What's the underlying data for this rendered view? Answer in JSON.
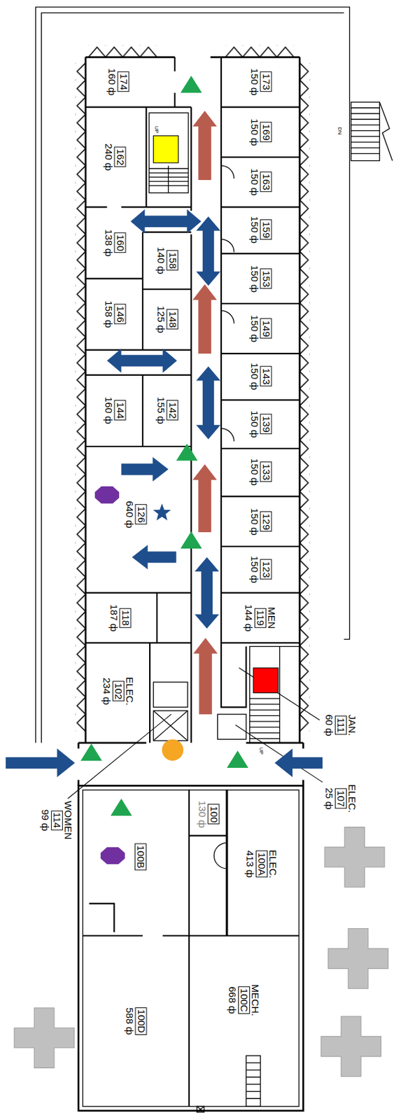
{
  "diagram": {
    "nodes": [
      {
        "text": [
          "174",
          "160 ф"
        ]
      },
      {
        "text": [
          "173",
          "150 ф"
        ]
      },
      {
        "text": [
          "162",
          "240 ф"
        ]
      },
      {
        "text": [
          "169",
          "150 ф"
        ]
      },
      {
        "text": [
          "163",
          "150 ф"
        ]
      },
      {
        "text": [
          "160",
          "138 ф"
        ]
      },
      {
        "text": [
          "158",
          "140 ф"
        ]
      },
      {
        "text": [
          "159",
          "150 ф"
        ]
      },
      {
        "text": [
          "153",
          "150 ф"
        ]
      },
      {
        "text": [
          "146",
          "158 ф"
        ]
      },
      {
        "text": [
          "148",
          "125 ф"
        ]
      },
      {
        "text": [
          "149",
          "150 ф"
        ]
      },
      {
        "text": [
          "143",
          "150 ф"
        ]
      },
      {
        "text": [
          "144",
          "160 ф"
        ]
      },
      {
        "text": [
          "142",
          "155 ф"
        ]
      },
      {
        "text": [
          "139",
          "150 ф"
        ]
      },
      {
        "text": [
          "133",
          "150 ф"
        ]
      },
      {
        "text": [
          "126",
          "640 ф"
        ]
      },
      {
        "text": [
          "129",
          "150 ф"
        ]
      },
      {
        "text": [
          "123",
          "150 ф"
        ]
      },
      {
        "text": [
          "118",
          "187 ф"
        ]
      },
      {
        "text": [
          "MEN",
          "119",
          "144 ф"
        ]
      },
      {
        "text": [
          "ELEC.",
          "102",
          "234 ф"
        ]
      },
      {
        "text": [
          "JAN.",
          "111",
          "60 ф"
        ]
      },
      {
        "text": [
          "WOMEN",
          "114",
          "99 ф"
        ]
      },
      {
        "text": [
          "ELEC.",
          "107",
          "25 ф"
        ]
      },
      {
        "text": [
          "100",
          "130 ф"
        ]
      },
      {
        "text": [
          "ELEC.",
          "100A",
          "413 ф"
        ]
      },
      {
        "text": [
          "100B"
        ]
      },
      {
        "text": [
          "MECH.",
          "100C",
          "668 ф"
        ]
      },
      {
        "text": [
          "100D",
          "588 ф"
        ]
      }
    ],
    "labels": [
      "UP",
      "DN",
      "UP"
    ]
  }
}
